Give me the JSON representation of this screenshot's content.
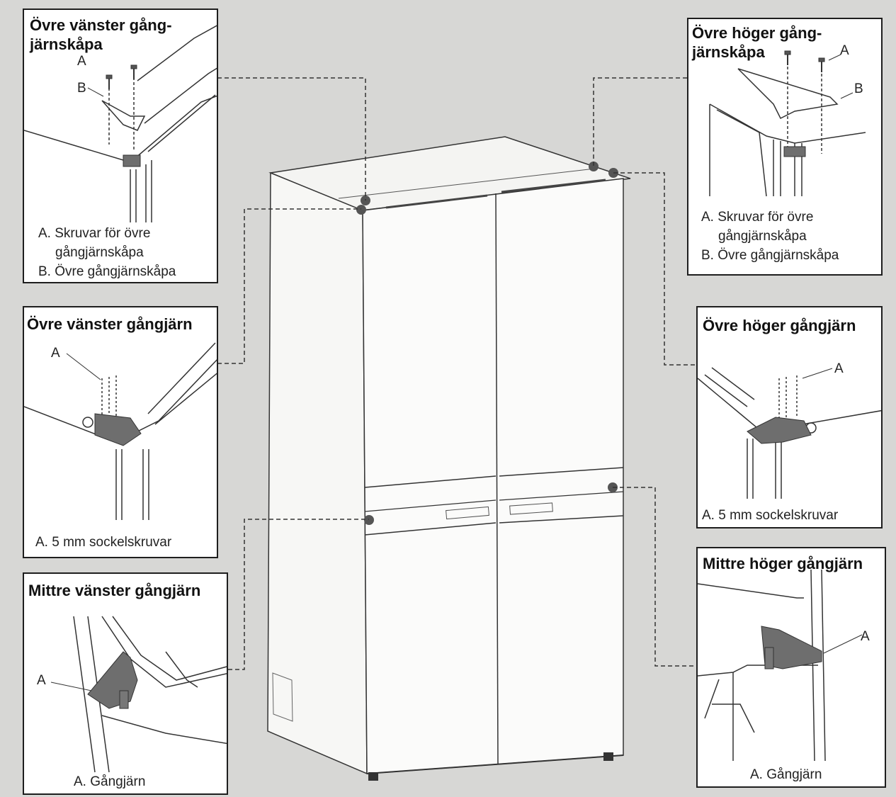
{
  "panels": {
    "top_left_cover": {
      "title": "Övre vänster gång-\njärnskåpa",
      "label_a": "A",
      "label_b": "B",
      "caption": [
        "A. Skruvar för övre",
        "gångjärnskåpa",
        "B. Övre gångjärnskåpa"
      ]
    },
    "top_right_cover": {
      "title": "Övre höger gång-\njärnskåpa",
      "label_a": "A",
      "label_b": "B",
      "caption": [
        "A. Skruvar för övre",
        "gångjärnskåpa",
        "B. Övre gångjärnskåpa"
      ]
    },
    "top_left_hinge": {
      "title": "Övre vänster gångjärn",
      "label_a": "A",
      "caption": [
        "A. 5 mm sockelskruvar"
      ]
    },
    "top_right_hinge": {
      "title": "Övre höger gångjärn",
      "label_a": "A",
      "caption": [
        "A. 5 mm sockelskruvar"
      ]
    },
    "middle_left_hinge": {
      "title": "Mittre vänster gångjärn",
      "label_a": "A",
      "caption": [
        "A. Gångjärn"
      ]
    },
    "middle_right_hinge": {
      "title": "Mittre höger gångjärn",
      "label_a": "A",
      "caption": [
        "A. Gångjärn"
      ]
    }
  },
  "colors": {
    "background": "#d7d7d5",
    "panel_border": "#1e1e1e",
    "hinge_fill": "#6e6e6e",
    "callout_dot": "#555555"
  }
}
